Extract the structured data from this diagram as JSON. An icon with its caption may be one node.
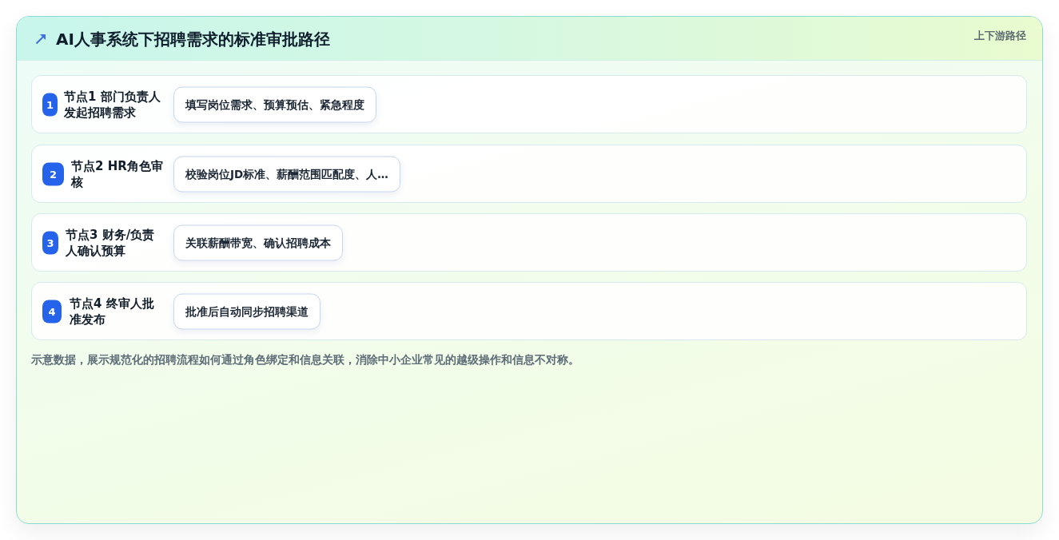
{
  "diagram": {
    "title": "AI人事系统下招聘需求的标准审批路径",
    "nodes": [
      {
        "text": [
          "节点1 部门负责人发起招聘需求"
        ]
      },
      {
        "text": [
          "1"
        ],
        "in": 0
      },
      {
        "text": [
          "填写岗位需求、预算预估、紧急程度"
        ],
        "in": 0
      },
      {
        "text": [
          "节点2 HR角色审核"
        ]
      },
      {
        "text": [
          "2"
        ],
        "in": 3
      },
      {
        "text": [
          "校验岗位JD标准、薪酬范围匹配度、人…"
        ],
        "in": 3
      },
      {
        "text": [
          "节点3 财务/负责人确认预算"
        ]
      },
      {
        "text": [
          "3"
        ],
        "in": 6
      },
      {
        "text": [
          "关联薪酬带宽、确认招聘成本"
        ],
        "in": 6
      },
      {
        "text": [
          "节点4 终审人批准发布"
        ]
      },
      {
        "text": [
          "4"
        ],
        "in": 9
      },
      {
        "text": [
          "批准后自动同步招聘渠道"
        ],
        "in": 9
      }
    ],
    "labels": [
      "上下游路径"
    ],
    "caption": "示意数据，展示规范化的招聘流程如何通过角色绑定和信息关联，消除中小企业常见的越级操作和信息不对称。"
  }
}
